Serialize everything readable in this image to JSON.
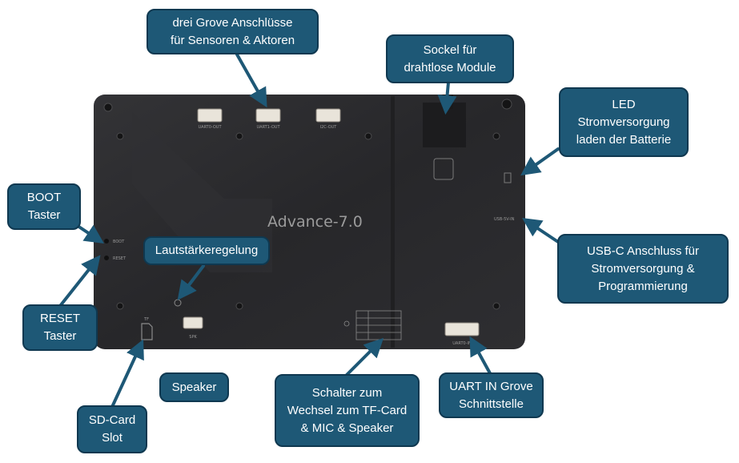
{
  "board": {
    "model_label": "Advance-7.0",
    "silkscreen": {
      "grove_left": "UART0-OUT",
      "grove_middle": "UART1-OUT",
      "grove_right": "I2C-OUT",
      "boot": "BOOT",
      "reset": "RESET",
      "usb": "USB-5V-IN",
      "speaker": "SPK",
      "sd": "TF",
      "uart_in": "UART0-IN"
    }
  },
  "callouts": {
    "grove": "drei Grove Anschlüsse\nfür Sensoren & Aktoren",
    "wireless": "Sockel für\ndrahtlose Module",
    "led": "LED\nStromversorgung\nladen der Batterie",
    "boot": "BOOT\nTaster",
    "volume": "Lautstärkeregelung",
    "usb": "USB-C Anschluss für\nStromversorgung &\nProgrammierung",
    "reset": "RESET\nTaster",
    "sd": "SD-Card\nSlot",
    "speaker": "Speaker",
    "switch": "Schalter zum\nWechsel zum TF-Card\n& MIC & Speaker",
    "uart": "UART IN Grove\nSchnittstelle"
  },
  "colors": {
    "callout_fill": "#1e5876",
    "callout_border": "#0f3850",
    "arrow": "#1e5876",
    "board": "#2a2a2c"
  }
}
